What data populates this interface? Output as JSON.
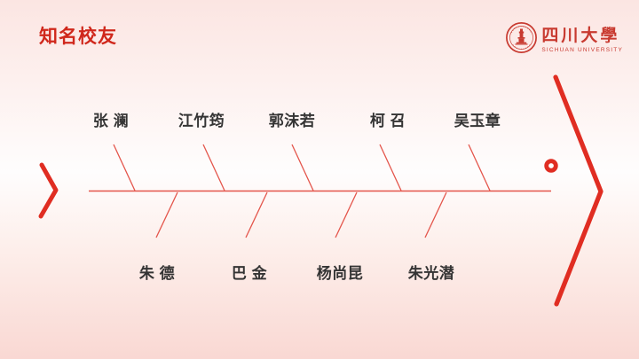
{
  "slide": {
    "title": "知名校友",
    "logo": {
      "cn_name": "四川大學",
      "en_name": "SICHUAN UNIVERSITY"
    },
    "colors": {
      "title_red": "#d0281c",
      "logo_red": "#c83a30",
      "branch_line_red": "#e4554b",
      "accent_red": "#e02d22",
      "name_text": "#343434",
      "background_top": "#fbe5e2",
      "background_middle": "#fefdfd",
      "background_bottom": "#f9d8d3"
    },
    "diagram": {
      "type": "fishbone",
      "top_alumni": [
        {
          "name": "张 澜"
        },
        {
          "name": "江竹筠"
        },
        {
          "name": "郭沫若"
        },
        {
          "name": "柯 召"
        },
        {
          "name": "吴玉章"
        }
      ],
      "bottom_alumni": [
        {
          "name": "朱 德"
        },
        {
          "name": "巴 金"
        },
        {
          "name": "杨尚昆"
        },
        {
          "name": "朱光潜"
        }
      ]
    }
  }
}
